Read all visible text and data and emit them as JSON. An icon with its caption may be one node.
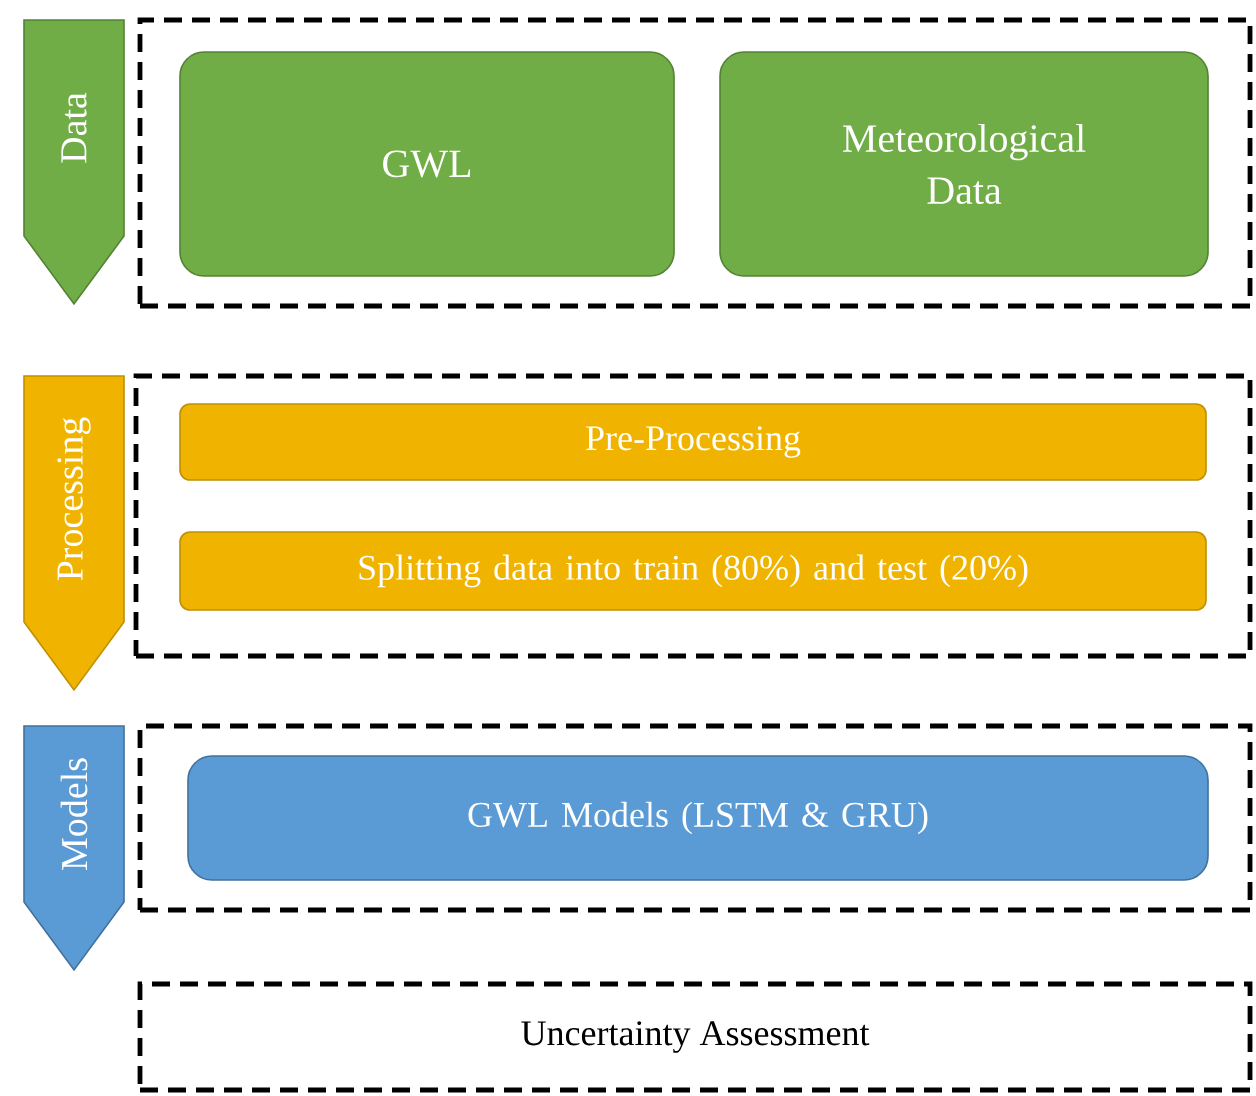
{
  "diagram": {
    "nodes": [
      {
        "text": [
          "Data"
        ]
      },
      {
        "text": [],
        "shape": "box"
      },
      {
        "text": [
          "GWL"
        ],
        "in": 1
      },
      {
        "text": [
          "Meteorological Data"
        ],
        "in": 1
      },
      {
        "text": [
          "Processing"
        ]
      },
      {
        "text": [],
        "shape": "box"
      },
      {
        "text": [
          "Pre-Processing"
        ],
        "in": 5
      },
      {
        "text": [
          "Splitting data into train (80%) and test (20%)"
        ],
        "in": 5
      },
      {
        "text": [
          "Models"
        ]
      },
      {
        "text": [],
        "shape": "box"
      },
      {
        "text": [
          "GWL Models (LSTM & GRU)"
        ],
        "in": 9
      },
      {
        "text": [
          "Uncertainty Assessment"
        ]
      }
    ]
  }
}
